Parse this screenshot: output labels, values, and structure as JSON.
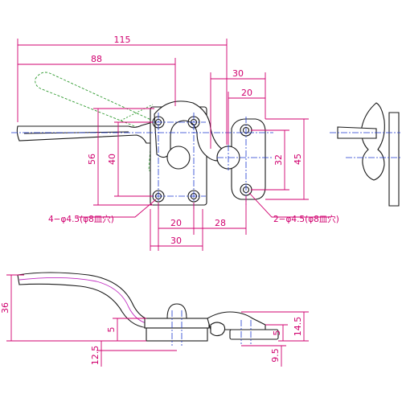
{
  "dimensions": {
    "d115": "115",
    "d88": "88",
    "d30_top": "30",
    "d20_top": "20",
    "d56": "56",
    "d40": "40",
    "d32": "32",
    "d45": "45",
    "d20_bottom": "20",
    "d28": "28",
    "d30_bottom": "30",
    "d36": "36",
    "d5_left": "5",
    "d12_5": "12.5",
    "d14_5": "14.5",
    "d5_right": "5",
    "d9_5": "9.5"
  },
  "callouts": {
    "left_holes": "4−φ4.5(φ8皿穴)",
    "right_holes": "2−φ4.5(φ8皿穴)"
  },
  "colors": {
    "dimension": "#d0006f",
    "object": "#1a1a1a",
    "centerline": "#1f3ad0",
    "phantom": "#2f9a2f"
  }
}
